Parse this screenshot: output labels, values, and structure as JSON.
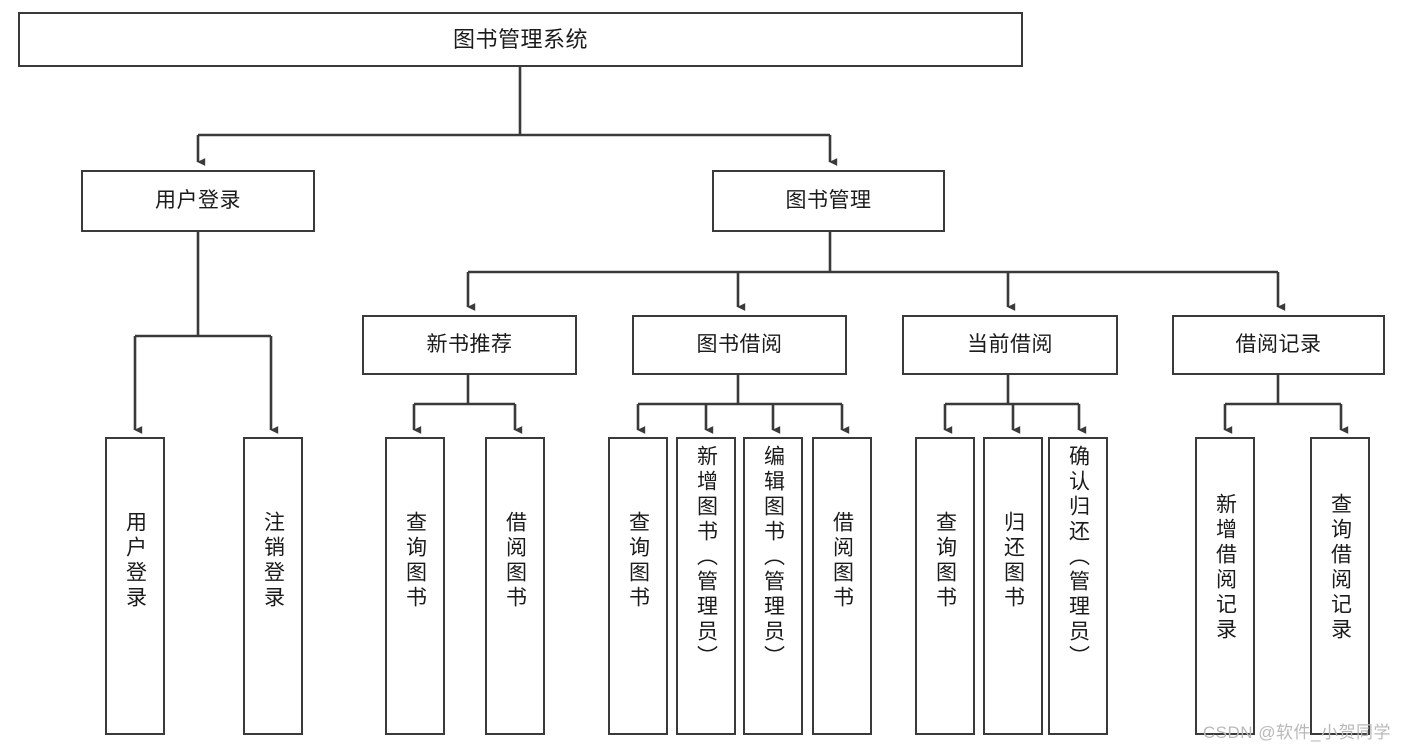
{
  "diagram": {
    "title_node": {
      "label": "图书管理系统"
    },
    "level2": [
      {
        "id": "user-login",
        "label": "用户登录"
      },
      {
        "id": "book-management",
        "label": "图书管理"
      }
    ],
    "level3": [
      {
        "id": "new-book-recommend",
        "label": "新书推荐"
      },
      {
        "id": "book-borrow",
        "label": "图书借阅"
      },
      {
        "id": "current-borrow",
        "label": "当前借阅"
      },
      {
        "id": "borrow-records",
        "label": "借阅记录"
      }
    ],
    "leaves": [
      {
        "id": "user-login-leaf",
        "label": "用户登录",
        "parent": "user-login"
      },
      {
        "id": "logout-leaf",
        "label": "注销登录",
        "parent": "user-login"
      },
      {
        "id": "query-books-rec",
        "label": "查询图书",
        "parent": "new-book-recommend"
      },
      {
        "id": "borrow-books-rec",
        "label": "借阅图书",
        "parent": "new-book-recommend"
      },
      {
        "id": "query-books-borrow",
        "label": "查询图书",
        "parent": "book-borrow"
      },
      {
        "id": "add-book-admin",
        "label": "新增图书（管理员）",
        "parent": "book-borrow"
      },
      {
        "id": "edit-book-admin",
        "label": "编辑图书（管理员）",
        "parent": "book-borrow"
      },
      {
        "id": "borrow-book",
        "label": "借阅图书",
        "parent": "book-borrow"
      },
      {
        "id": "query-books-current",
        "label": "查询图书",
        "parent": "current-borrow"
      },
      {
        "id": "return-book",
        "label": "归还图书",
        "parent": "current-borrow"
      },
      {
        "id": "confirm-return-admin",
        "label": "确认归还（管理员）",
        "parent": "current-borrow"
      },
      {
        "id": "add-borrow-record",
        "label": "新增借阅记录",
        "parent": "borrow-records"
      },
      {
        "id": "query-borrow-record",
        "label": "查询借阅记录",
        "parent": "borrow-records"
      }
    ],
    "watermark": "CSDN @软件_小贺同学",
    "colors": {
      "stroke": "#3a3a3a",
      "fill": "#ffffff",
      "text": "#1b1b1b",
      "watermark": "#b9b9b9"
    }
  }
}
